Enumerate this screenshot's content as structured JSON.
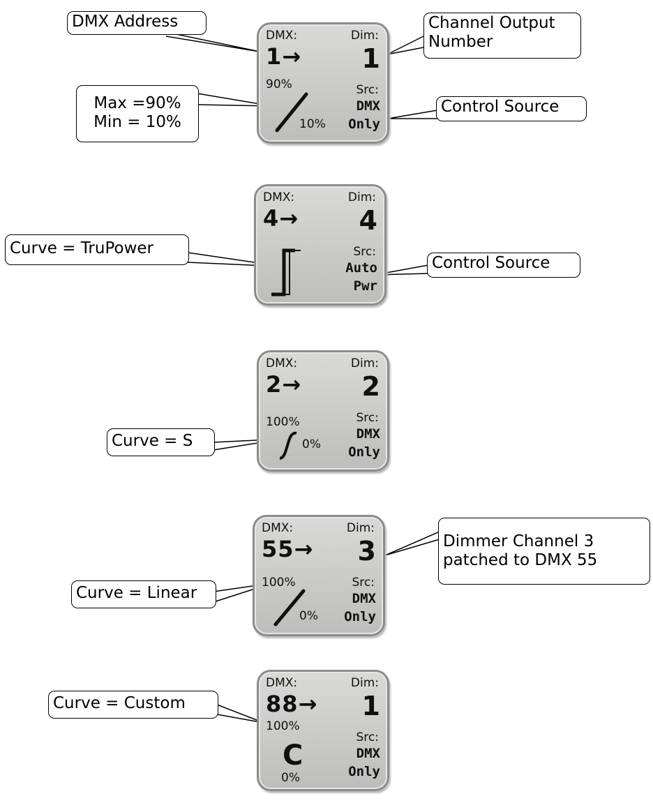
{
  "tiles": [
    {
      "dmx_label": "DMX:",
      "dim_label": "Dim:",
      "dmx_value": "1→",
      "dim_value": "1",
      "max": "90%",
      "min": "10%",
      "curve": "linear",
      "src_label": "Src:",
      "src_line1": "DMX",
      "src_line2": "Only"
    },
    {
      "dmx_label": "DMX:",
      "dim_label": "Dim:",
      "dmx_value": "4→",
      "dim_value": "4",
      "max": "",
      "min": "",
      "curve": "trupower",
      "src_label": "Src:",
      "src_line1": "Auto",
      "src_line2": "Pwr"
    },
    {
      "dmx_label": "DMX:",
      "dim_label": "Dim:",
      "dmx_value": "2→",
      "dim_value": "2",
      "max": "100%",
      "min": "0%",
      "curve": "s",
      "src_label": "Src:",
      "src_line1": "DMX",
      "src_line2": "Only"
    },
    {
      "dmx_label": "DMX:",
      "dim_label": "Dim:",
      "dmx_value": "55→",
      "dim_value": "3",
      "max": "100%",
      "min": "0%",
      "curve": "linear",
      "src_label": "Src:",
      "src_line1": "DMX",
      "src_line2": "Only"
    },
    {
      "dmx_label": "DMX:",
      "dim_label": "Dim:",
      "dmx_value": "88→",
      "dim_value": "1",
      "max": "100%",
      "min": "0%",
      "curve": "custom",
      "curve_letter": "C",
      "src_label": "Src:",
      "src_line1": "DMX",
      "src_line2": "Only"
    }
  ],
  "callouts": {
    "dmx_address": "DMX Address",
    "channel_output_line1": "Channel Output",
    "channel_output_line2": "Number",
    "maxmin_line1": "Max =90%",
    "maxmin_line2": "Min = 10%",
    "control_source_1": "Control Source",
    "curve_trupower": "Curve = TruPower",
    "control_source_2": "Control Source",
    "curve_s": "Curve = S",
    "dimmer_line1": "Dimmer Channel 3",
    "dimmer_line2": "patched to DMX 55",
    "curve_linear": "Curve = Linear",
    "curve_custom": "Curve = Custom"
  }
}
